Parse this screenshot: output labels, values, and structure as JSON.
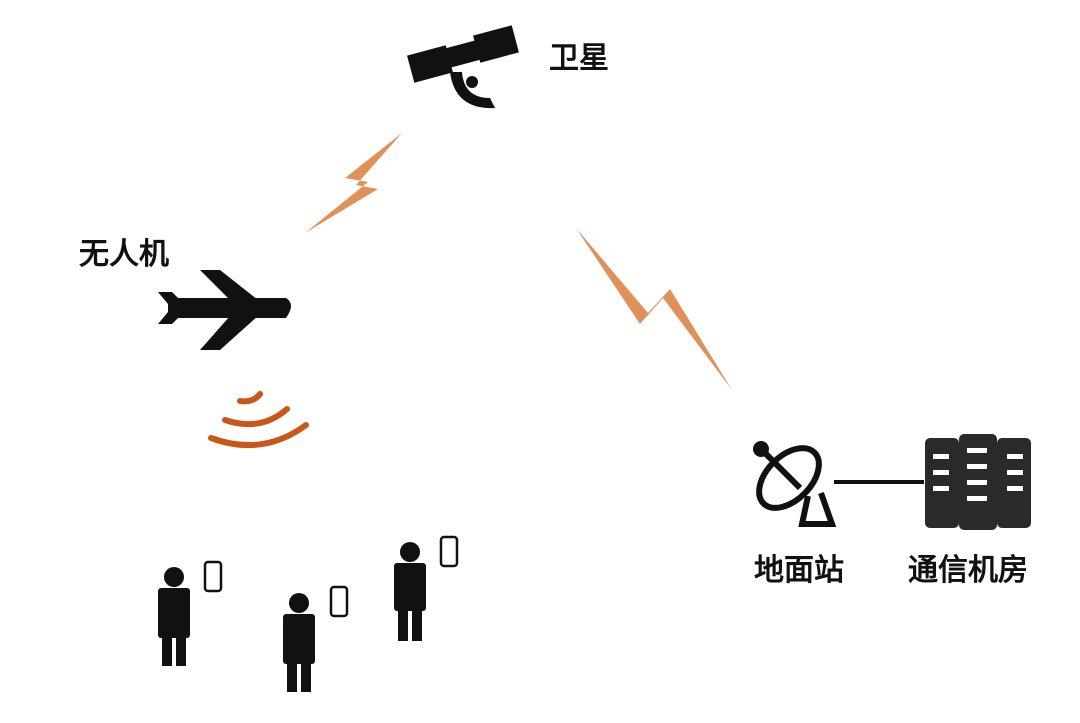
{
  "labels": {
    "satellite": "卫星",
    "drone": "无人机",
    "ground_station": "地面站",
    "server_room": "通信机房"
  },
  "icons": {
    "satellite": "satellite-icon",
    "drone": "airplane-icon",
    "signal": "wireless-signal-icon",
    "ground_station": "satellite-dish-icon",
    "server_room": "server-rack-icon",
    "user": "person-icon",
    "phone": "mobile-phone-icon",
    "link": "lightning-bolt-icon"
  },
  "colors": {
    "link": "#e0915a",
    "signal": "#c9571a",
    "icon": "#111111",
    "server": "#2a2a2a"
  }
}
